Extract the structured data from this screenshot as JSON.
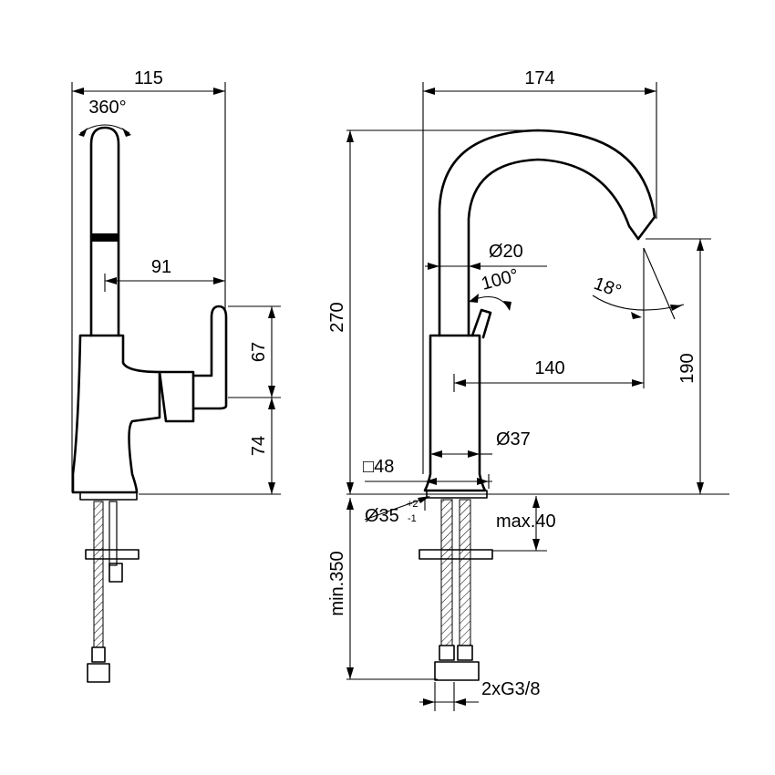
{
  "dimensions": {
    "side_width": "115",
    "side_rotation": "360°",
    "side_spout_reach": "91",
    "side_lever_height": "67",
    "side_body_height": "74",
    "front_width": "174",
    "front_height": "270",
    "front_spout_dia": "Ø20",
    "front_lever_angle": "100°",
    "front_spout_angle": "18°",
    "front_outlet_reach": "140",
    "front_outlet_height": "190",
    "front_body_dia": "Ø37",
    "front_base_square": "□48",
    "front_hole_dia": "Ø35",
    "front_hole_tol_plus": "+2",
    "front_hole_tol_minus": "-1",
    "front_max_deck": "max.40",
    "front_min_hose": "min.350",
    "front_connection": "2xG3/8"
  }
}
